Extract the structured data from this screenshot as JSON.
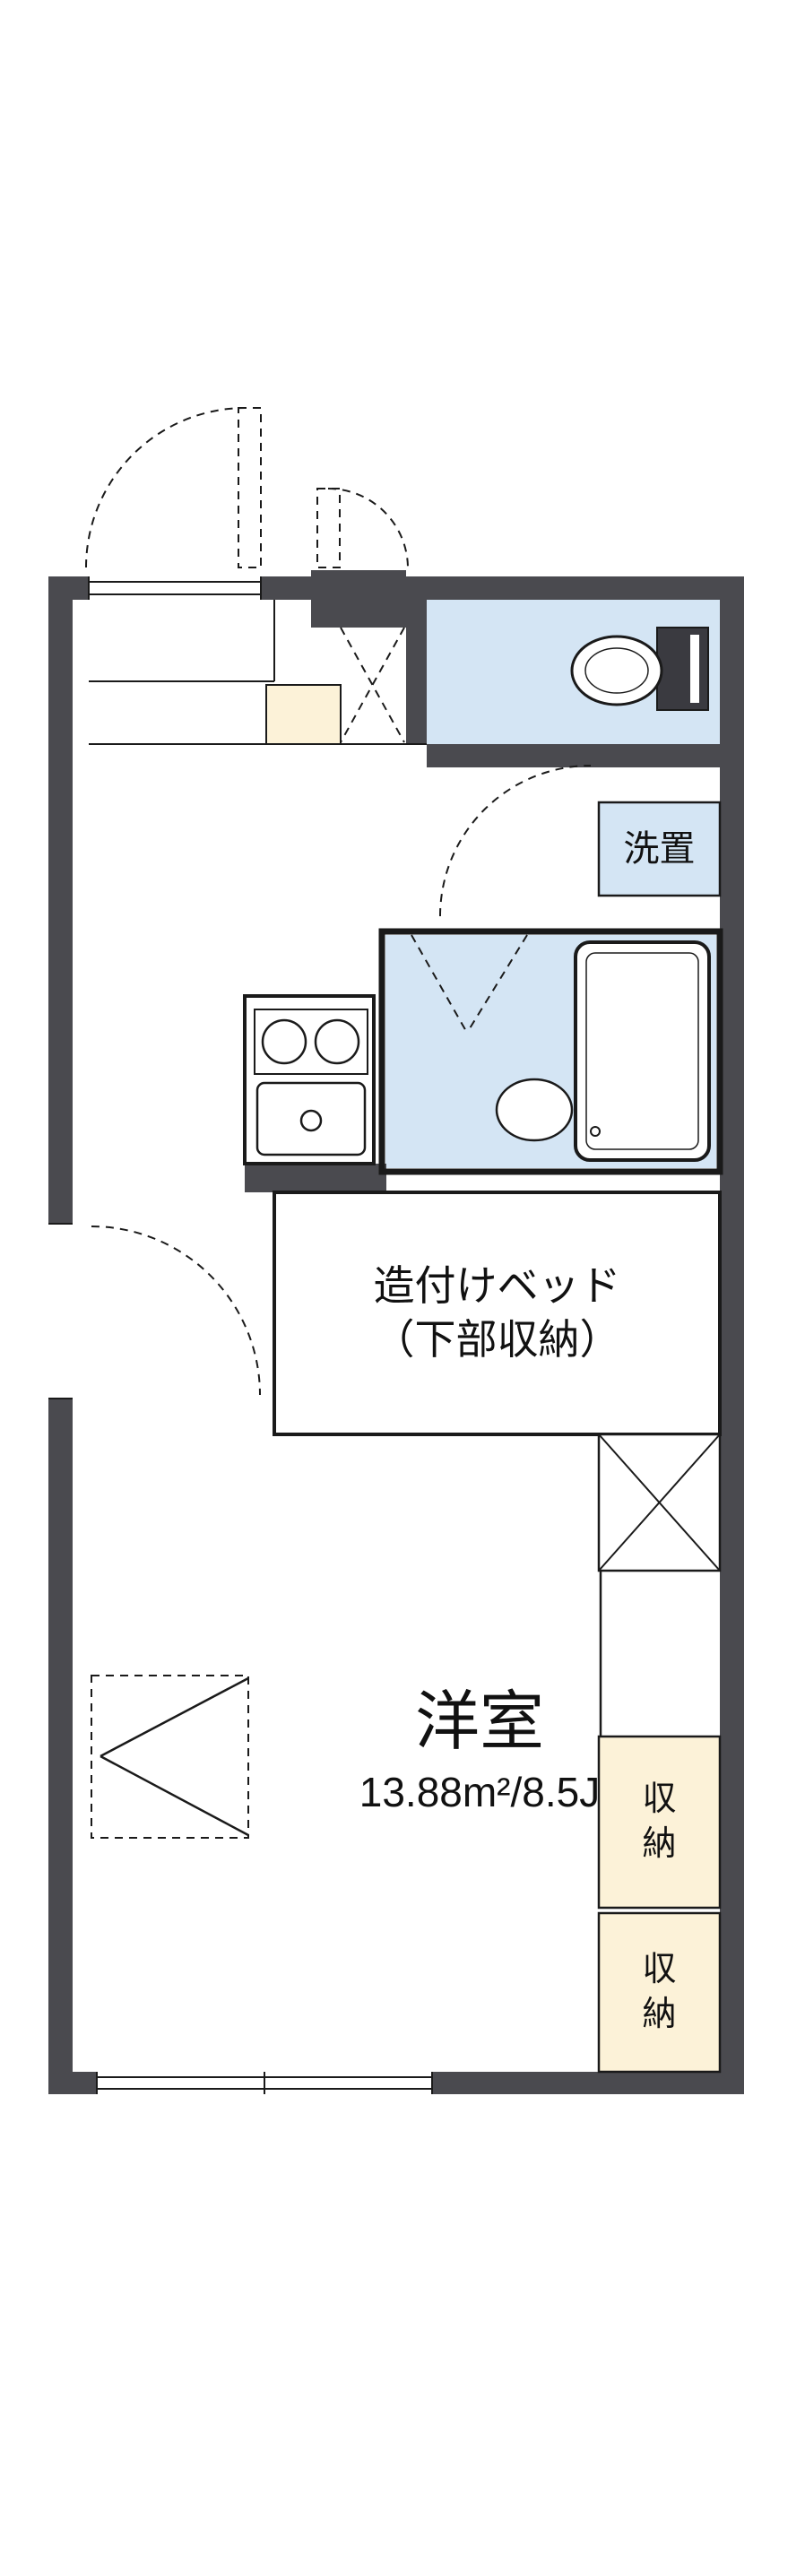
{
  "colors": {
    "wall": "#4a4a4f",
    "water": "#d4e5f4",
    "storage": "#fcf2d8",
    "line": "#1a1a1a",
    "text": "#111111"
  },
  "rooms": {
    "washer": {
      "label": "洗置"
    },
    "bed": {
      "label": "造付けベッド\n（下部収納）"
    },
    "main": {
      "name": "洋室",
      "size": "13.88m²/8.5J"
    },
    "storage_top": {
      "label": "収納"
    },
    "storage_bottom": {
      "label": "収納"
    }
  }
}
